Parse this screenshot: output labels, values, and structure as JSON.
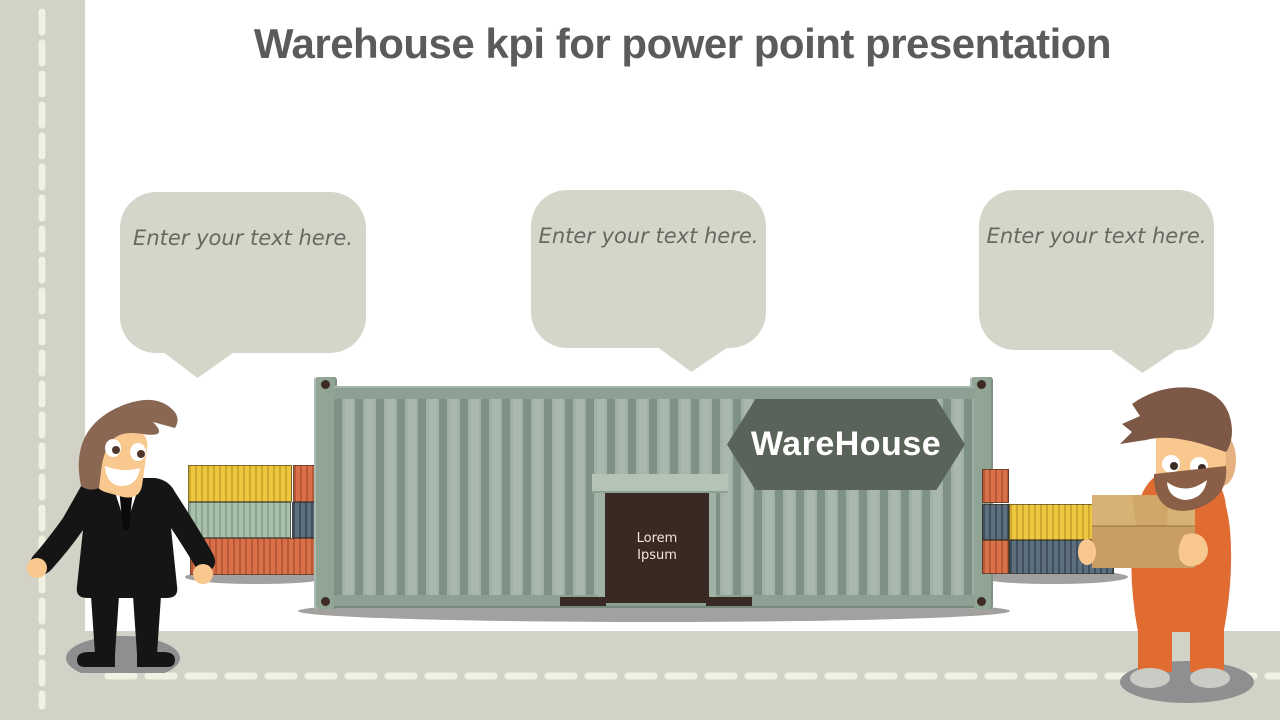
{
  "title": "Warehouse kpi for power point presentation",
  "bubbles": [
    {
      "text": "Enter your text here."
    },
    {
      "text": "Enter your text here."
    },
    {
      "text": "Enter your text here."
    }
  ],
  "warehouse": {
    "sign_label": "WareHouse",
    "door_line1": "Lorem",
    "door_line2": "Ipsum"
  },
  "palette": {
    "road": "#d2d3c6",
    "dash": "#f1f1e3",
    "bubble": "#d5d6ca",
    "bubble-text": "#66695f",
    "title-text": "#5a5b5c",
    "wh-body-light": "#a9b8ae",
    "wh-body-dark": "#7e9187",
    "wh-frame": "#8ca193",
    "wh-post": "#90a595",
    "sign-bg": "#5a6359",
    "sign-text": "#ffffff",
    "door": "#3a2822",
    "door-text": "#efe6df",
    "ct-yellow": "#eec73e",
    "ct-orange": "#d97049",
    "ct-slate": "#5d6e7c",
    "ct-sage": "#a9c0ad",
    "skin": "#f9c88f",
    "suit": "#151515",
    "hair": "#8a6753",
    "worker-hair": "#7d5847",
    "beard": "#8a5f46",
    "jumpsuit": "#e06c31",
    "box": "#c89e62",
    "box-top": "#d8b274",
    "shadow": "#a3a19f",
    "char-shadow": "#8f8e90",
    "shoe-gray": "#cbcbc5"
  }
}
